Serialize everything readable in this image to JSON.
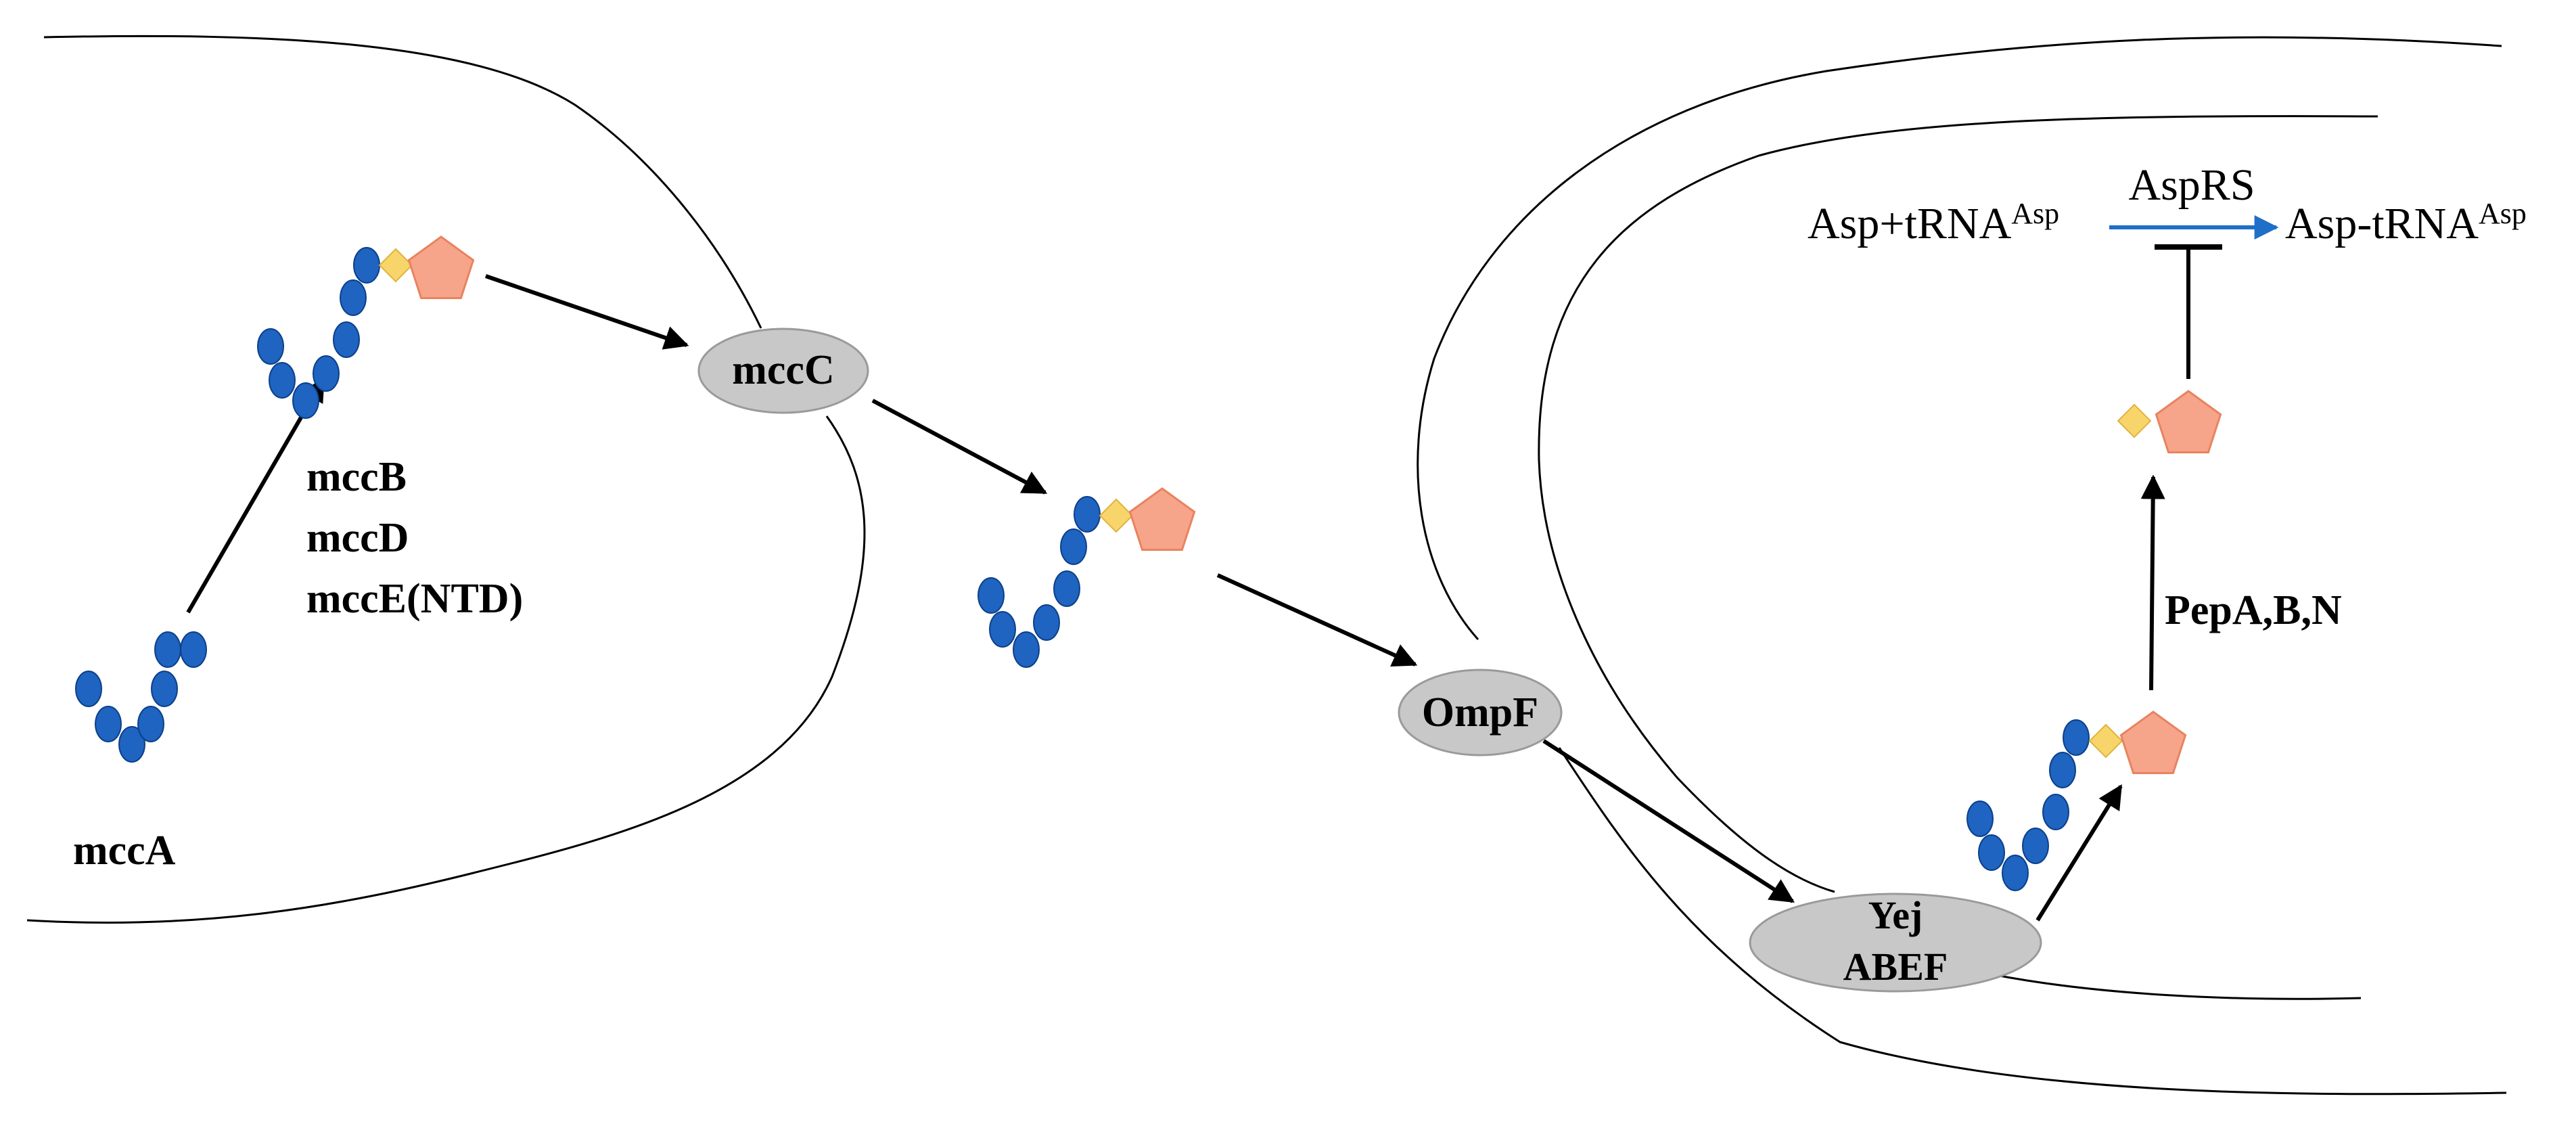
{
  "diagram": {
    "labels": {
      "mccA": "mccA",
      "mccB": "mccB",
      "mccD": "mccD",
      "mccE": "mccE(NTD)",
      "mccC": "mccC",
      "OmpF": "OmpF",
      "Yej_line1": "Yej",
      "Yej_line2": "ABEF",
      "PepABN": "PepA,B,N",
      "AspRS": "AspRS",
      "substrate_main": "Asp+tRNA",
      "substrate_sup": "Asp",
      "product_main": "Asp-tRNA",
      "product_sup": "Asp"
    },
    "colors": {
      "residue": "#1e64c0",
      "residue_stroke": "#0d3f8a",
      "linker": "#f8d56b",
      "linker_stroke": "#e0b33c",
      "nucleotide": "#f7a58a",
      "nucleotide_stroke": "#e8835f",
      "transporter": "#c8c8c8",
      "transporter_stroke": "#9a9a9a",
      "enzyme_arrow": "#1f6fc9",
      "line": "#000000"
    }
  }
}
